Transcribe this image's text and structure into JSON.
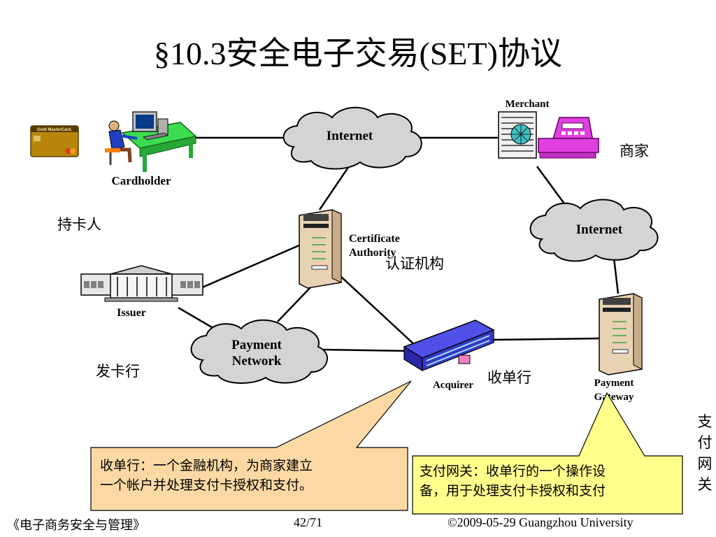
{
  "title": "§10.3安全电子交易(SET)协议",
  "nodes": {
    "cardholder": "Cardholder",
    "internet1": "Internet",
    "merchant": "Merchant",
    "internet2": "Internet",
    "ca_line1": "Certificate",
    "ca_line2": "Authority",
    "issuer": "Issuer",
    "payment_network_line1": "Payment",
    "payment_network_line2": "Network",
    "acquirer": "Acquirer",
    "gateway_line1": "Payment",
    "gateway_line2": "Gateway",
    "card_text": "Gold MasterCard."
  },
  "cn_labels": {
    "cardholder": "持卡人",
    "merchant": "商家",
    "ca": "认证机构",
    "issuer": "发卡行",
    "acquirer": "收单行",
    "gateway": "支付网关"
  },
  "callouts": {
    "acquirer_line1": "收单行：一个金融机构，为商家建立",
    "acquirer_line2": "一个帐户并处理支付卡授权和支付。",
    "gateway_line1": "支付网关：收单行的一个操作设",
    "gateway_line2": "备，用于处理支付卡授权和支付"
  },
  "footer": {
    "left": "《电子商务安全与管理》",
    "page": "42/71",
    "right": "©2009-05-29  Guangzhou University"
  },
  "colors": {
    "cloud": "#d4d4d4",
    "desk": "#3cdc50",
    "register": "#e040e0",
    "server": "#e8d2b4",
    "building": "#4040e0",
    "callout_acquirer": "#fcd9a4",
    "callout_gateway": "#ffff8c"
  }
}
